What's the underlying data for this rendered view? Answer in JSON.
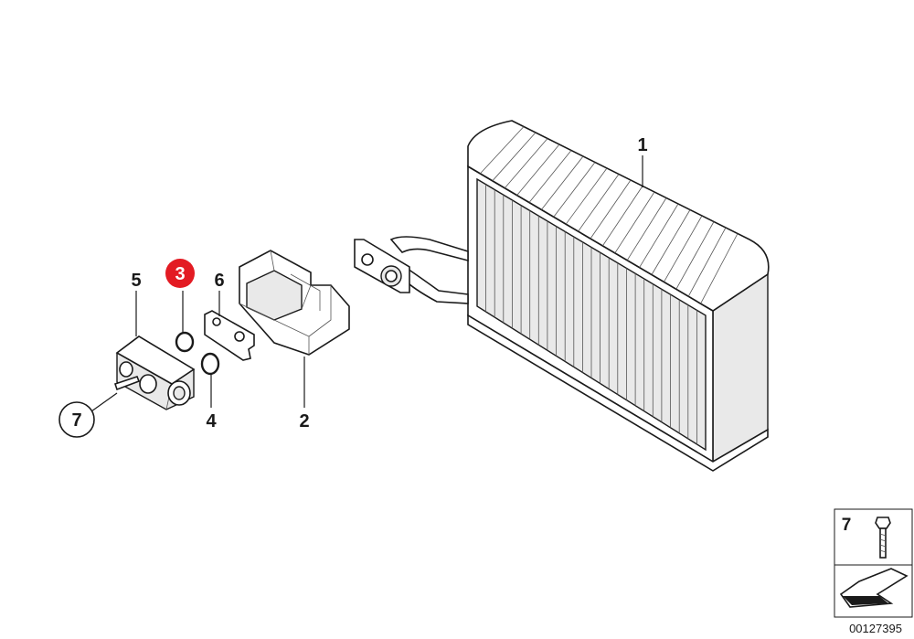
{
  "callouts": {
    "evaporator": "1",
    "housing": "2",
    "o_ring_upper": "3",
    "o_ring_lower": "4",
    "expansion_valve": "5",
    "gasket": "6",
    "screw": "7"
  },
  "highlight": {
    "part": "3",
    "color": "#e31b23"
  },
  "legend": {
    "item_number": "7"
  },
  "diagram_id": "00127395"
}
